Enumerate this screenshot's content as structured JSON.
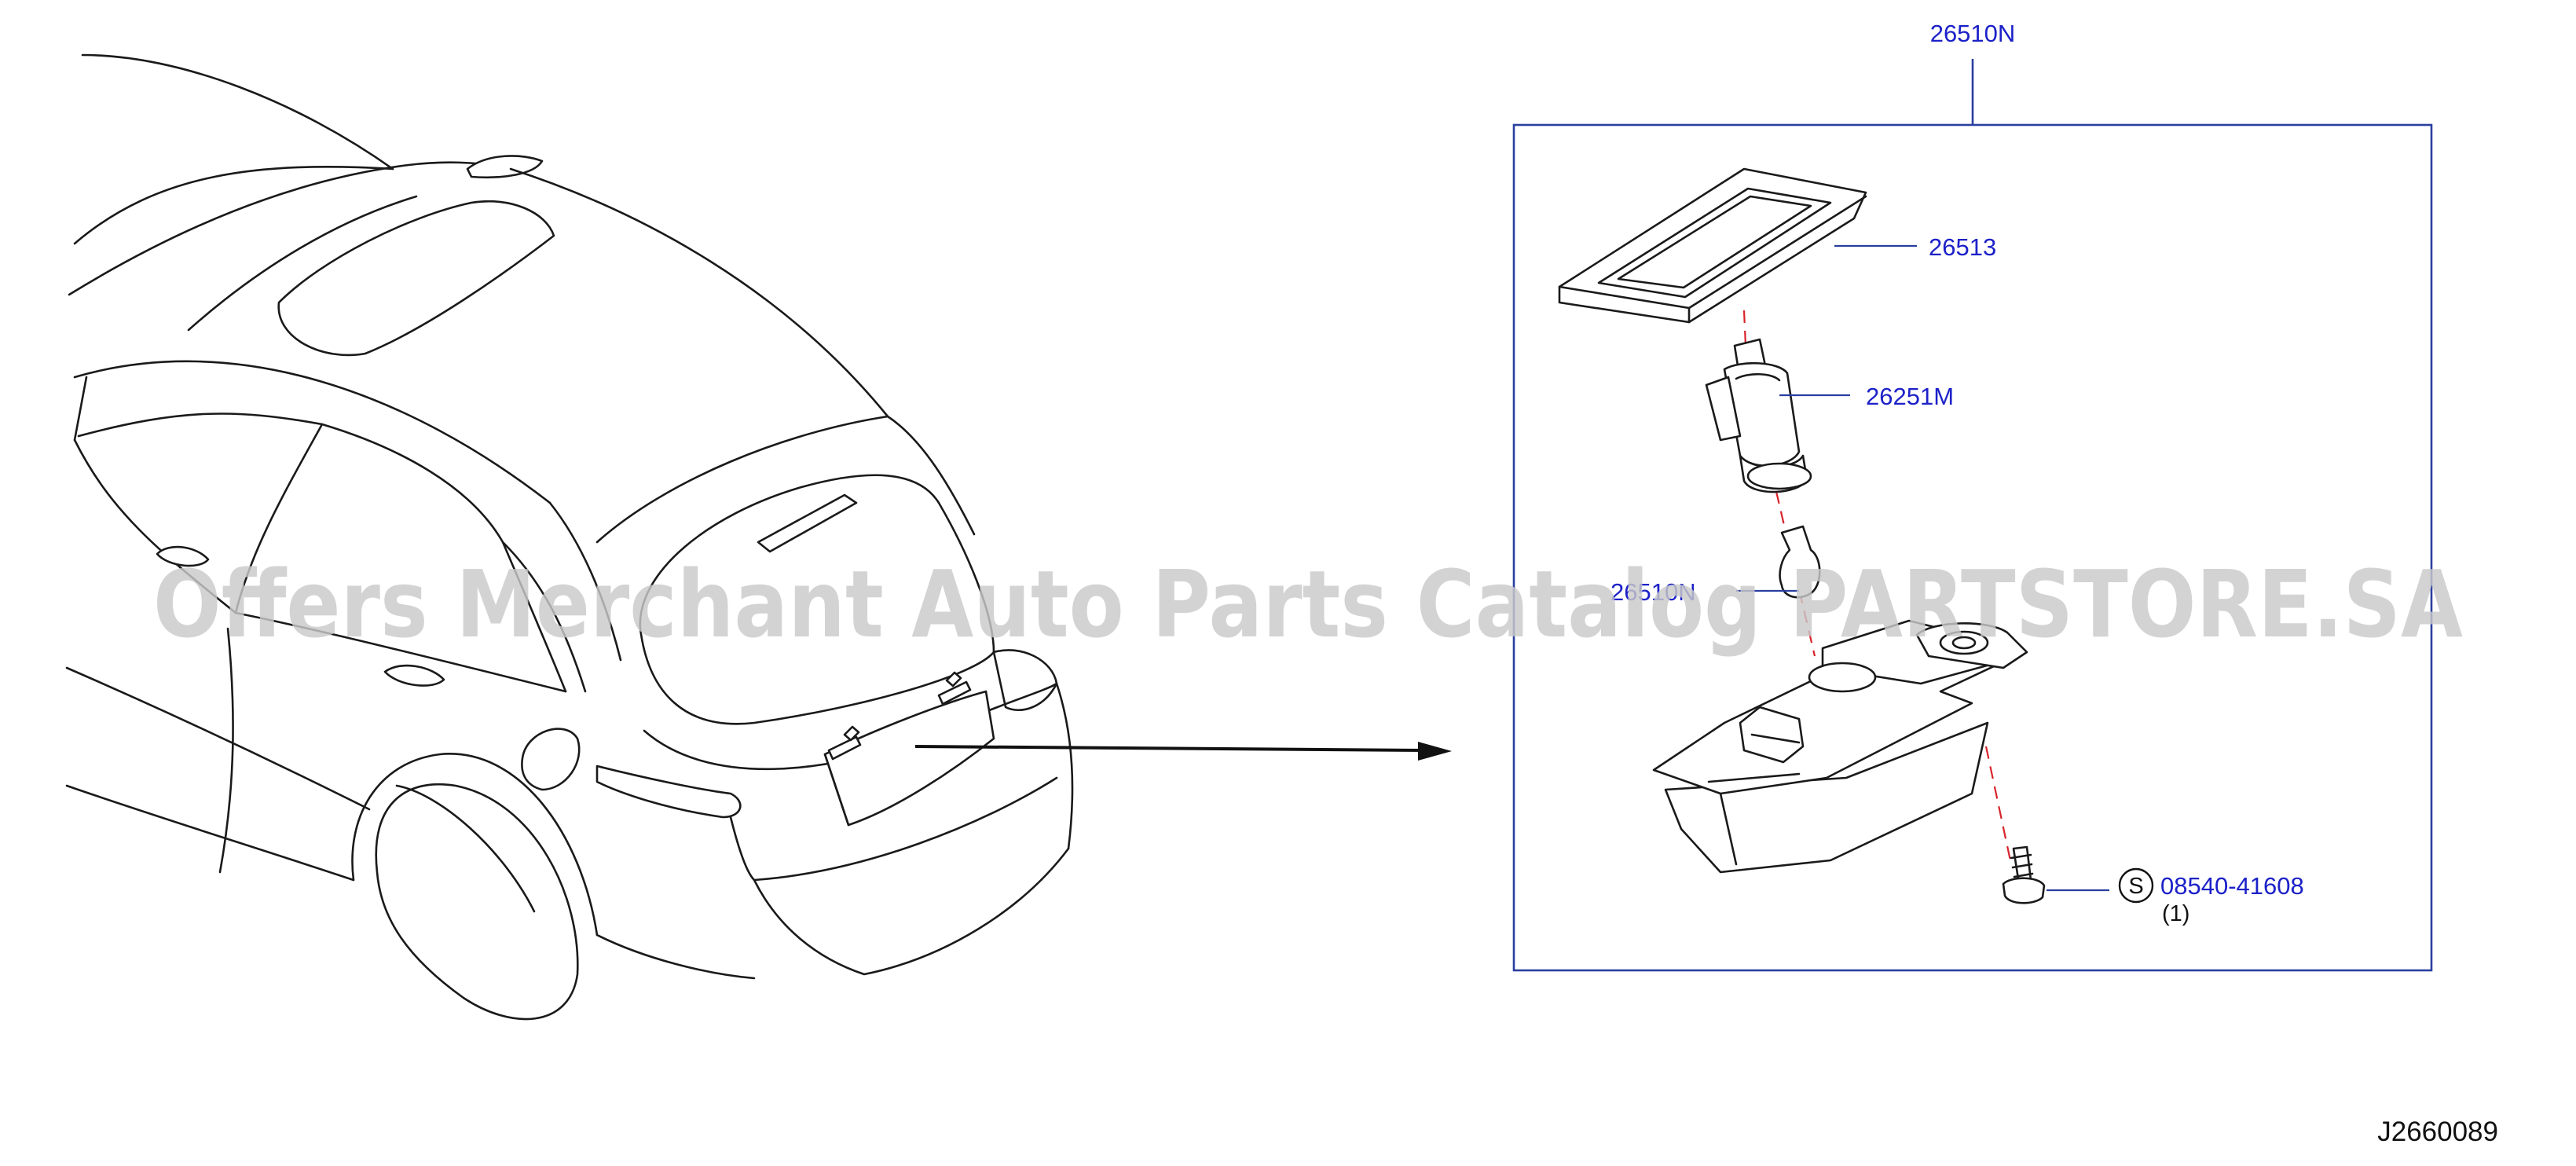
{
  "parts": {
    "assembly": "26510N",
    "lens": "26513",
    "socket": "26251M",
    "bulb": "26510N",
    "screw": "08540-41608",
    "screw_qty": "(1)",
    "screw_symbol": "S"
  },
  "watermark": "Offers Merchant Auto Parts Catalog PARTSTORE.SA",
  "diagram_code": "J2660089",
  "colors": {
    "part_number": "#1c21c8",
    "frame": "#2a3fa0",
    "centerline": "#d8232a",
    "watermark": "#c9c9c9"
  }
}
